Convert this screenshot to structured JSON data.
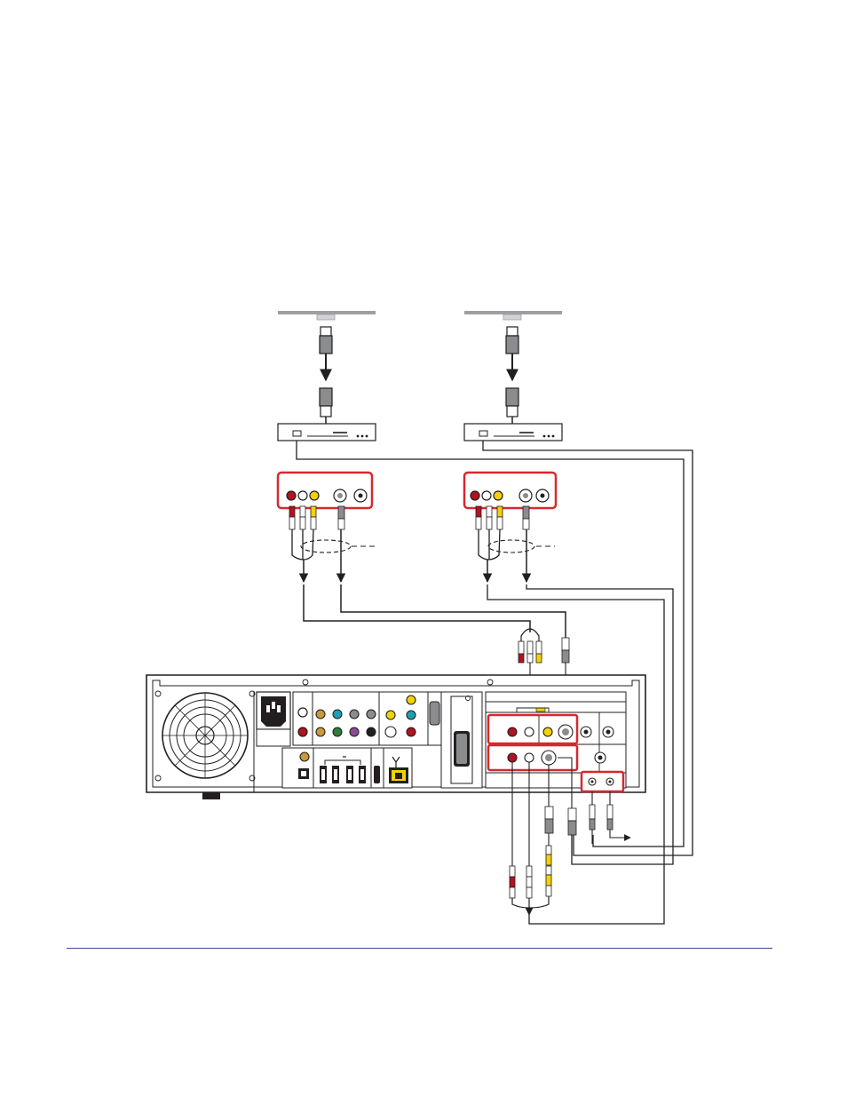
{
  "colors": {
    "highlight": "#d7282f",
    "line": "#231f20",
    "rule": "#3b4a8c",
    "jack_red": "#b3121f",
    "jack_yellow": "#f2d300",
    "jack_white": "#ffffff",
    "jack_gray": "#8a8c8e",
    "panel_gray": "#e6e7e8"
  },
  "icons": {
    "fan": "fan-grille-icon",
    "power": "power-socket-icon",
    "usb": "usb-icon",
    "network": "ethernet-port-icon",
    "antenna": "antenna-icon"
  },
  "diagram": {
    "nodes": [
      "cable-wall-outlet-1",
      "cable-wall-outlet-2",
      "set-top-box-1",
      "set-top-box-2",
      "av-output-panel-1",
      "av-output-panel-2",
      "pc-back-panel"
    ],
    "edges": [
      {
        "from": "cable-wall-outlet-1",
        "to": "set-top-box-1"
      },
      {
        "from": "cable-wall-outlet-2",
        "to": "set-top-box-2"
      },
      {
        "from": "av-output-panel-1",
        "to": "pc-back-panel"
      },
      {
        "from": "av-output-panel-2",
        "to": "pc-back-panel"
      },
      {
        "from": "set-top-box-1",
        "to": "pc-back-panel"
      },
      {
        "from": "set-top-box-2",
        "to": "pc-back-panel"
      }
    ]
  }
}
